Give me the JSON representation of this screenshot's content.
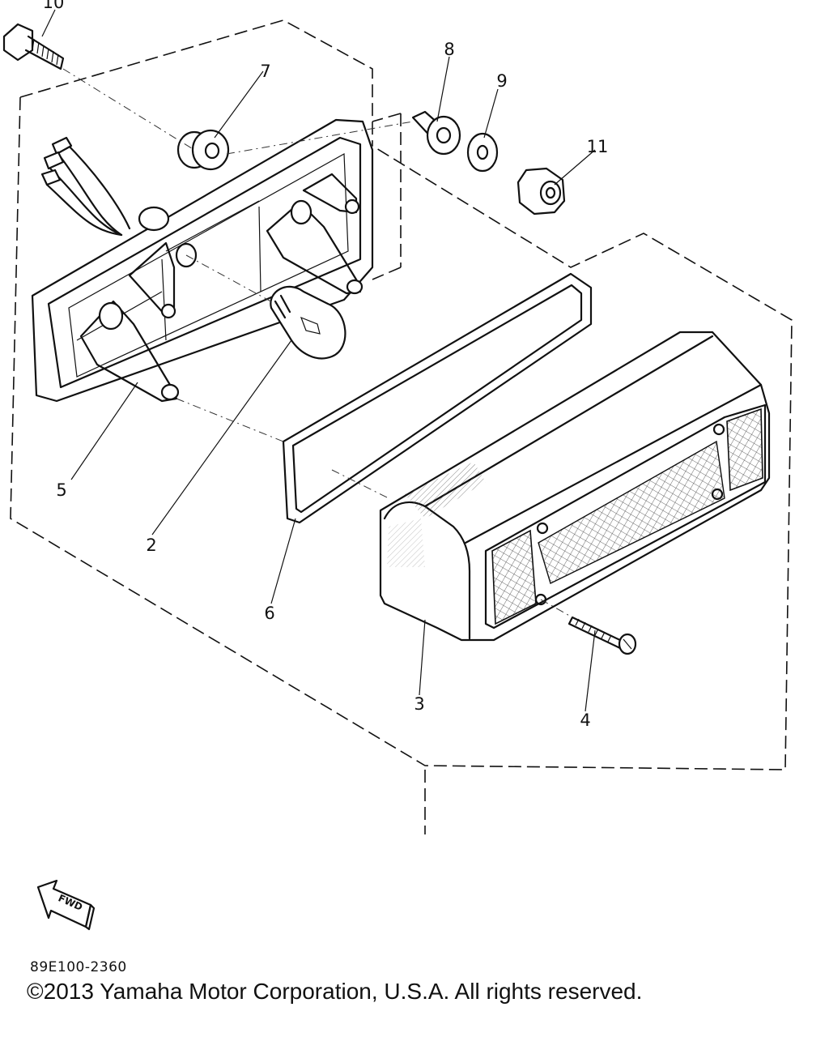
{
  "diagram": {
    "callouts": [
      {
        "id": "10",
        "text": "10"
      },
      {
        "id": "7",
        "text": "7"
      },
      {
        "id": "8",
        "text": "8"
      },
      {
        "id": "9",
        "text": "9"
      },
      {
        "id": "11",
        "text": "11"
      },
      {
        "id": "5",
        "text": "5"
      },
      {
        "id": "2",
        "text": "2"
      },
      {
        "id": "6",
        "text": "6"
      },
      {
        "id": "3",
        "text": "3"
      },
      {
        "id": "4",
        "text": "4"
      }
    ],
    "fwd_label": "FWD"
  },
  "footer": {
    "part_code": "89E100-2360",
    "copyright": "©2013 Yamaha Motor Corporation, U.S.A. All rights reserved."
  }
}
